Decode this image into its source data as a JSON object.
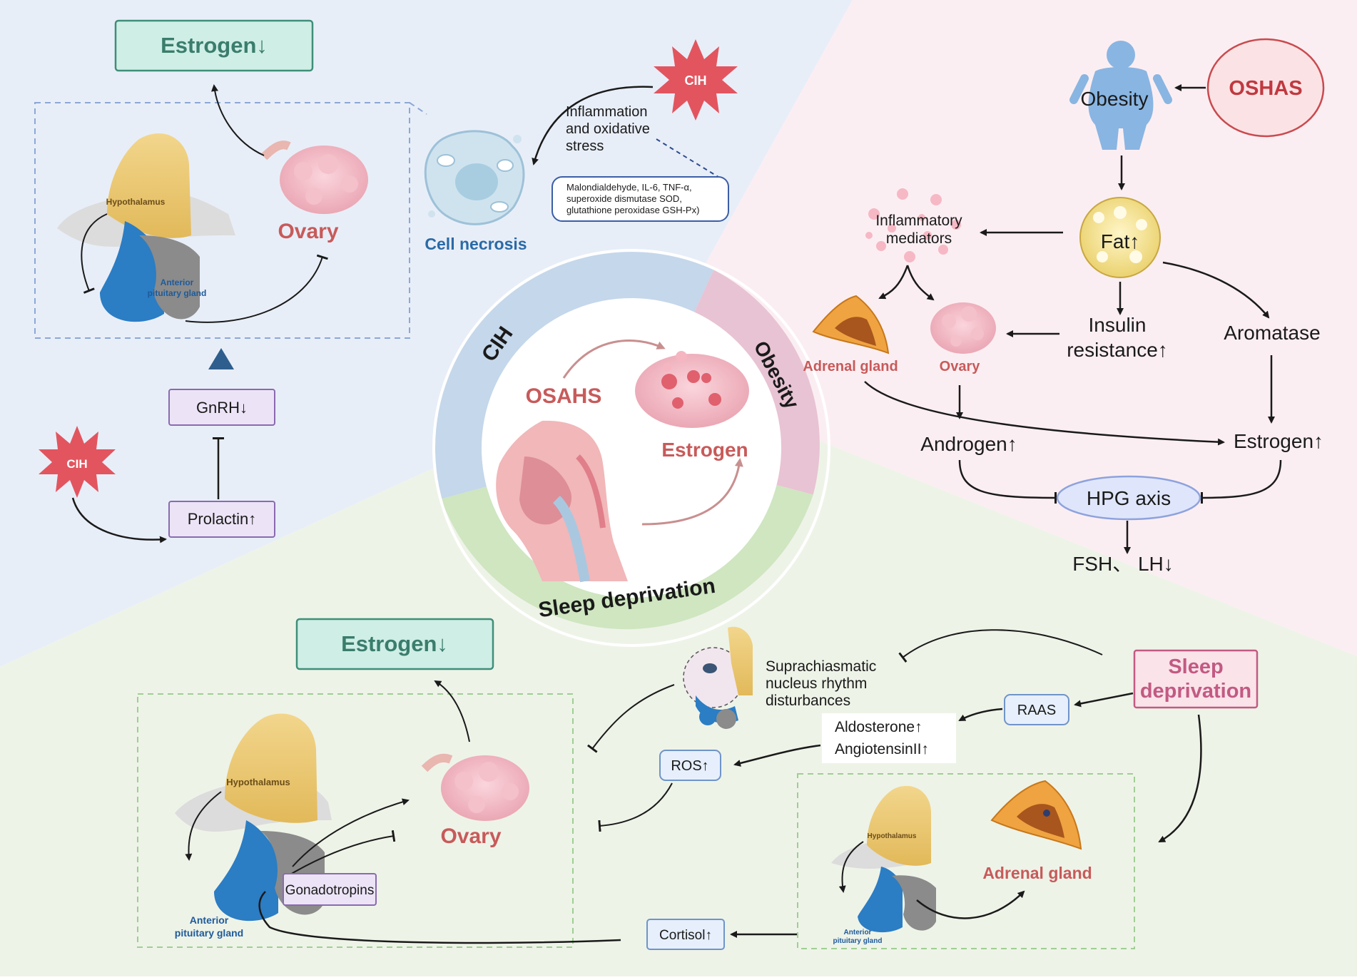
{
  "cih_panel": {
    "estrogen_box": "Estrogen↓",
    "hypothalamus": "Hypothalamus",
    "anterior_pituitary_line1": "Anterior",
    "anterior_pituitary_line2": "pituitary gland",
    "ovary": "Ovary",
    "cih_burst_top": "CIH",
    "cih_burst_left": "CIH",
    "inflammation_line1": "Inflammation",
    "inflammation_line2": "and oxidative",
    "inflammation_line3": "stress",
    "markers_line1": "Malondialdehyde, IL-6, TNF-α,",
    "markers_line2": "superoxide dismutase SOD,",
    "markers_line3": "glutathione peroxidase GSH-Px)",
    "cell_necrosis": "Cell necrosis",
    "gnrh": "GnRH↓",
    "prolactin": "Prolactin↑"
  },
  "obesity_panel": {
    "oshas": "OSHAS",
    "obesity": "Obesity",
    "fat": "Fat↑",
    "inflammatory_line1": "Inflammatory",
    "inflammatory_line2": "mediators",
    "adrenal_gland": "Adrenal gland",
    "ovary": "Ovary",
    "insulin_line1": "Insulin",
    "insulin_line2": "resistance↑",
    "aromatase": "Aromatase",
    "androgen": "Androgen↑",
    "estrogen": "Estrogen↑",
    "hpg_axis": "HPG axis",
    "fsh_lh": "FSH、 LH↓"
  },
  "center": {
    "ring_cih": "CIH",
    "ring_obesity": "Obesity",
    "ring_sleep": "Sleep deprivation",
    "osahs": "OSAHS",
    "estrogen": "Estrogen"
  },
  "sleep_panel": {
    "estrogen_box": "Estrogen↓",
    "hypothalamus": "Hypothalamus",
    "anterior_pituitary_line1": "Anterior",
    "anterior_pituitary_line2": "pituitary gland",
    "ovary": "Ovary",
    "gonadotropins": "Gonadotropins",
    "scn_line1": "Suprachiasmatic",
    "scn_line2": "nucleus rhythm",
    "scn_line3": "disturbances",
    "sleep_box_line1": "Sleep",
    "sleep_box_line2": "deprivation",
    "raas": "RAAS",
    "aldosterone": "Aldosterone↑",
    "angiotensin": "AngiotensinII↑",
    "ros": "ROS↑",
    "cortisol": "Cortisol↑",
    "hypothalamus_small": "Hypothalamus",
    "anterior_small_line1": "Anterior",
    "anterior_small_line2": "pituitary gland",
    "adrenal_gland": "Adrenal gland"
  },
  "colors": {
    "cih_bg": "#e8eef8",
    "obesity_bg": "#fbeef2",
    "sleep_bg": "#eef3e8",
    "estrogen_box_fill": "#cfeee6",
    "estrogen_box_text": "#3a7d6c",
    "organ_label_red": "#c85a5a",
    "blue_label": "#2a6aa6",
    "purple_box": "#ece4f6",
    "purple_border": "#8a6ab0",
    "ring_blue": "#c5d7ea",
    "ring_pink": "#e8c3d3",
    "ring_green": "#cfe6c1"
  }
}
